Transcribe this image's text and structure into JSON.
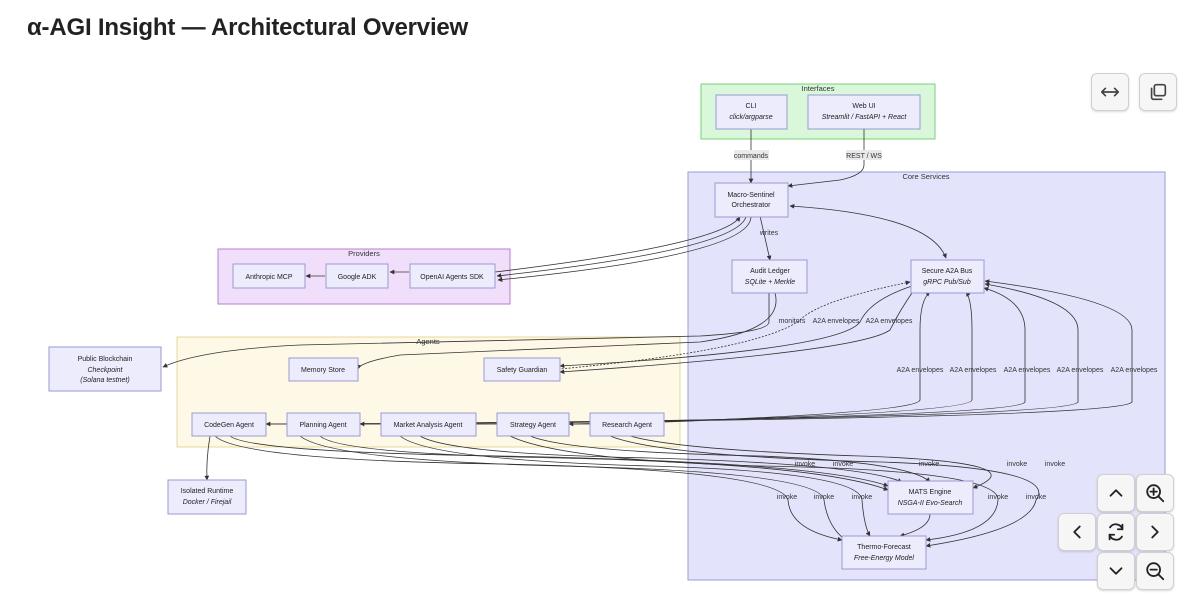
{
  "title": "α-AGI Insight — Architectural Overview",
  "groups": {
    "interfaces": "Interfaces",
    "core": "Core Services",
    "providers": "Providers",
    "agents": "Agents"
  },
  "nodes": {
    "cli": {
      "line1": "CLI",
      "line2": "click/argparse"
    },
    "webui": {
      "line1": "Web UI",
      "line2": "Streamlit / FastAPI + React"
    },
    "orchestrator": {
      "line1": "Macro-Sentinel",
      "line2": "Orchestrator"
    },
    "ledger": {
      "line1": "Audit Ledger",
      "line2": "SQLite + Merkle"
    },
    "bus": {
      "line1": "Secure A2A Bus",
      "line2": "gRPC Pub/Sub"
    },
    "anthropic": {
      "line1": "Anthropic MCP"
    },
    "google": {
      "line1": "Google ADK"
    },
    "openai": {
      "line1": "OpenAI Agents SDK"
    },
    "blockchain": {
      "line1": "Public Blockchain",
      "line2": "Checkpoint",
      "line3": "(Solana testnet)"
    },
    "memory": {
      "line1": "Memory Store"
    },
    "safety": {
      "line1": "Safety Guardian"
    },
    "codegen": {
      "line1": "CodeGen Agent"
    },
    "planning": {
      "line1": "Planning Agent"
    },
    "market": {
      "line1": "Market Analysis Agent"
    },
    "strategy": {
      "line1": "Strategy Agent"
    },
    "research": {
      "line1": "Research Agent"
    },
    "runtime": {
      "line1": "Isolated Runtime",
      "line2": "Docker / Firejail"
    },
    "mats": {
      "line1": "MATS Engine",
      "line2": "NSGA-II Evo-Search"
    },
    "thermo": {
      "line1": "Thermo-Forecast",
      "line2": "Free-Energy Model"
    }
  },
  "edge_labels": {
    "commands": "commands",
    "rest_ws": "REST / WS",
    "writes": "writes",
    "monitors": "monitors",
    "a2a": "A2A envelopes",
    "invoke": "invoke"
  },
  "controls": {
    "fit": "fit-width",
    "copy": "copy",
    "up": "pan-up",
    "down": "pan-down",
    "left": "pan-left",
    "right": "pan-right",
    "zoom_in": "zoom-in",
    "zoom_out": "zoom-out",
    "reset": "reset"
  },
  "colors": {
    "interfaces_fill": "#d9f7d9",
    "interfaces_stroke": "#7ccf7c",
    "core_fill": "#e3e3fb",
    "core_stroke": "#9c9cd8",
    "providers_fill": "#f1defa",
    "providers_stroke": "#b77fd3",
    "agents_fill": "#fdf8e4",
    "agents_stroke": "#e8d89a",
    "node_fill": "#ececfd",
    "node_stroke": "#9a9ad6",
    "edge": "#333333"
  }
}
